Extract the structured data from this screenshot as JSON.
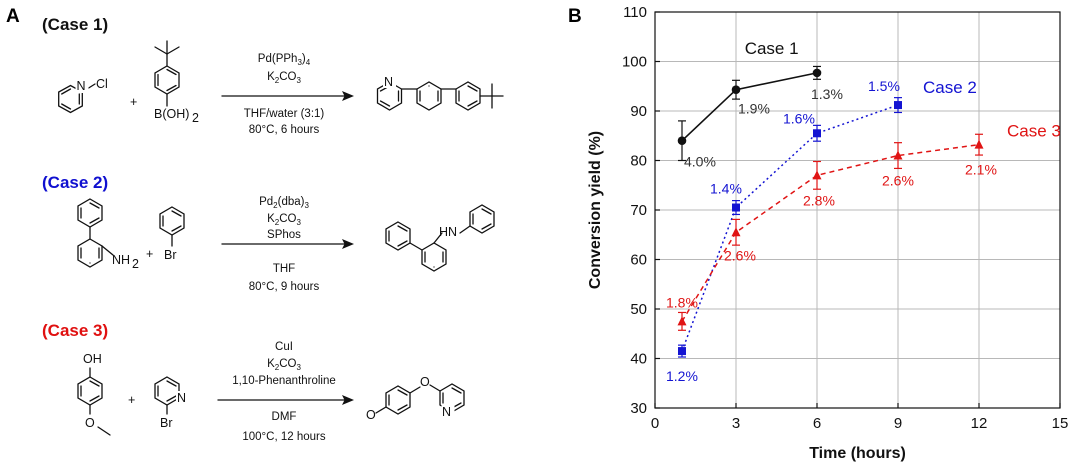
{
  "panel_a": {
    "letter": "A",
    "cases": [
      {
        "title": "(Case 1)",
        "title_color": "#111111",
        "reactant1_labels": [
          "N",
          "Cl"
        ],
        "reactant2_labels": [
          "B(OH)",
          "2"
        ],
        "plus": "+",
        "conditions_above": [
          "Pd(PPh",
          "3",
          ")",
          "4",
          "K",
          "2",
          "CO",
          "3"
        ],
        "conditions_below": [
          "THF/water (3:1)",
          "80°C, 6 hours"
        ],
        "product_labels": [
          "N"
        ]
      },
      {
        "title": "(Case 2)",
        "title_color": "#1010d0",
        "reactant1_labels": [
          "NH",
          "2"
        ],
        "reactant2_labels": [
          "Br"
        ],
        "plus": "+",
        "conditions_above": [
          "Pd",
          "2",
          "(dba)",
          "3",
          "K",
          "2",
          "CO",
          "3",
          "SPhos"
        ],
        "conditions_below": [
          "THF",
          "80°C, 9 hours"
        ],
        "product_labels": [
          "HN"
        ]
      },
      {
        "title": "(Case 3)",
        "title_color": "#e01010",
        "reactant1_labels": [
          "OH",
          "O"
        ],
        "reactant2_labels": [
          "N",
          "Br"
        ],
        "plus": "+",
        "conditions_above": [
          "CuI",
          "K",
          "2",
          "CO",
          "3",
          "1,10-Phenanthroline"
        ],
        "conditions_below": [
          "DMF",
          "100°C, 12 hours"
        ],
        "product_labels": [
          "O",
          "O",
          "N"
        ]
      }
    ]
  },
  "panel_b": {
    "letter": "B"
  },
  "chart_data": {
    "type": "line",
    "xlabel": "Time (hours)",
    "ylabel": "Conversion yield (%)",
    "xlim": [
      0,
      15
    ],
    "ylim": [
      30,
      110
    ],
    "xticks": [
      0,
      3,
      6,
      9,
      12,
      15
    ],
    "yticks": [
      30,
      40,
      50,
      60,
      70,
      80,
      90,
      100,
      110
    ],
    "grid": true,
    "series": [
      {
        "name": "Case 1",
        "color": "#111111",
        "marker": "circle",
        "line_style": "solid",
        "x": [
          1,
          3,
          6
        ],
        "y": [
          84.0,
          94.3,
          97.7
        ],
        "error": [
          4.0,
          1.9,
          1.3
        ],
        "error_labels": [
          "4.0%",
          "1.9%",
          "1.3%"
        ]
      },
      {
        "name": "Case 2",
        "color": "#1414d2",
        "marker": "square",
        "line_style": "dotted",
        "x": [
          1,
          3,
          6,
          9
        ],
        "y": [
          41.5,
          70.5,
          85.5,
          91.2
        ],
        "error": [
          1.2,
          1.4,
          1.6,
          1.5
        ],
        "error_labels": [
          "1.2%",
          "1.4%",
          "1.6%",
          "1.5%"
        ]
      },
      {
        "name": "Case 3",
        "color": "#e01414",
        "marker": "triangle",
        "line_style": "dashed",
        "x": [
          1,
          3,
          6,
          9,
          12
        ],
        "y": [
          47.5,
          65.5,
          77.0,
          81.0,
          83.2
        ],
        "error": [
          1.8,
          2.6,
          2.8,
          2.6,
          2.1
        ],
        "error_labels": [
          "1.8%",
          "2.6%",
          "2.8%",
          "2.6%",
          "2.1%"
        ]
      }
    ]
  }
}
